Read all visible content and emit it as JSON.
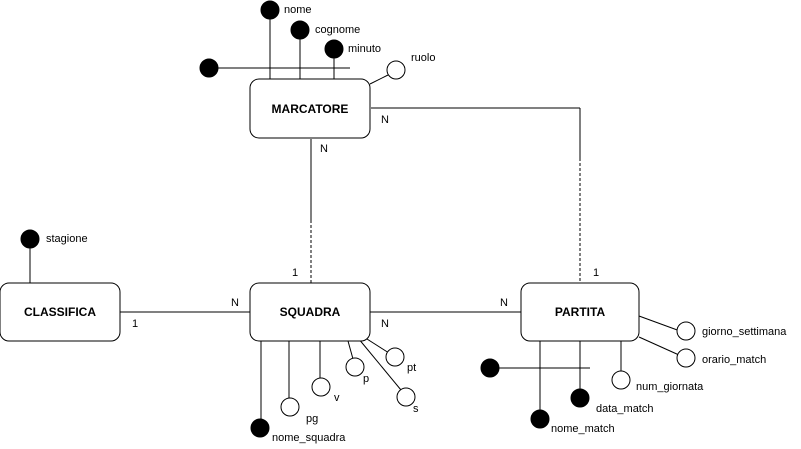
{
  "entities": {
    "marcatore": "MARCATORE",
    "classifica": "CLASSIFICA",
    "squadra": "SQUADRA",
    "partita": "PARTITA"
  },
  "attributes": {
    "nome": "nome",
    "cognome": "cognome",
    "minuto": "minuto",
    "ruolo": "ruolo",
    "stagione": "stagione",
    "pg": "pg",
    "v": "v",
    "p": "p",
    "pt": "pt",
    "s": "s",
    "nome_squadra": "nome_squadra",
    "giorno_settimana": "giorno_settimana",
    "orario_match": "orario_match",
    "num_giornata": "num_giornata",
    "data_match": "data_match",
    "nome_match": "nome_match"
  },
  "cardinalities": {
    "marcatore_partita": "N",
    "marcatore_squadra": "N",
    "squadra_from_marcatore": "1",
    "partita_from_marcatore": "1",
    "classifica_squadra": "1",
    "squadra_from_classifica": "N",
    "squadra_partita": "N",
    "partita_from_squadra": "N"
  }
}
